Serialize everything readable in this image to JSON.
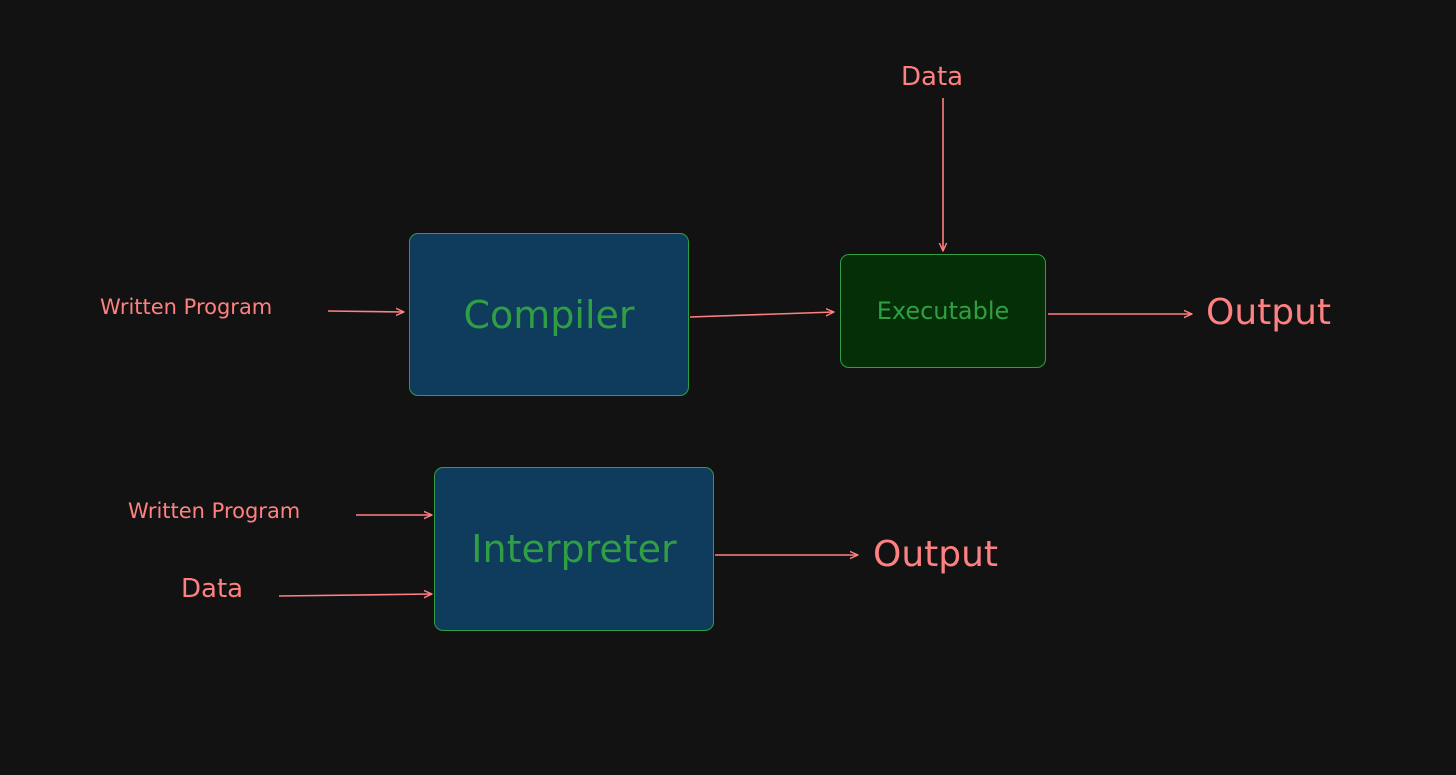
{
  "colors": {
    "background": "#121212",
    "label_text": "#ff8080",
    "arrow_stroke": "#ff8080",
    "box_text": "#2f9e44",
    "box_border": "#2f9e44",
    "compiler_fill": "#0f3b5c",
    "interpreter_fill": "#0f3b5c",
    "executable_fill": "#053007"
  },
  "compiler_flow": {
    "input_label": "Written Program",
    "compiler_box": "Compiler",
    "executable_box": "Executable",
    "data_label": "Data",
    "output_label": "Output"
  },
  "interpreter_flow": {
    "program_label": "Written Program",
    "data_label": "Data",
    "interpreter_box": "Interpreter",
    "output_label": "Output"
  }
}
